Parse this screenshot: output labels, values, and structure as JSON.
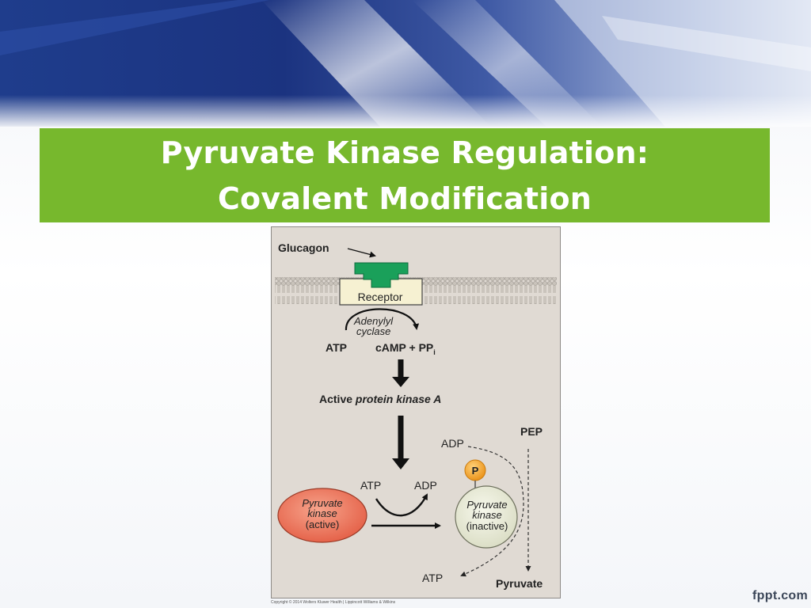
{
  "slide": {
    "title_line1": "Pyruvate Kinase Regulation:",
    "title_line2": "Covalent Modification",
    "brand": "fppt.com"
  },
  "figure": {
    "glucagon": "Glucagon",
    "receptor": "Receptor",
    "adenylyl": "Adenylyl",
    "cyclase": "cyclase",
    "atp_top": "ATP",
    "camp": "cAMP + PP",
    "camp_subscript": "i",
    "pka_prefix": "Active ",
    "pka_italic": "protein kinase A",
    "pep": "PEP",
    "adp_mid": "ADP",
    "phosphate": "P",
    "atp_left": "ATP",
    "adp_right": "ADP",
    "active_enzyme": [
      "Pyruvate",
      "kinase",
      "(active)"
    ],
    "inactive_enzyme": [
      "Pyruvate",
      "kinase",
      "(inactive)"
    ],
    "atp_bottom": "ATP",
    "pyruvate": "Pyruvate",
    "copyright": "Copyright © 2014 Wolters Kluwer Health | Lippincott Williams & Wilkins"
  },
  "colors": {
    "title_bg": "#77b82d",
    "receptor_green": "#1aa05a",
    "active_enzyme": "#e8735a",
    "inactive_enzyme": "#e9ead8",
    "phosphate": "#f0a22a"
  }
}
